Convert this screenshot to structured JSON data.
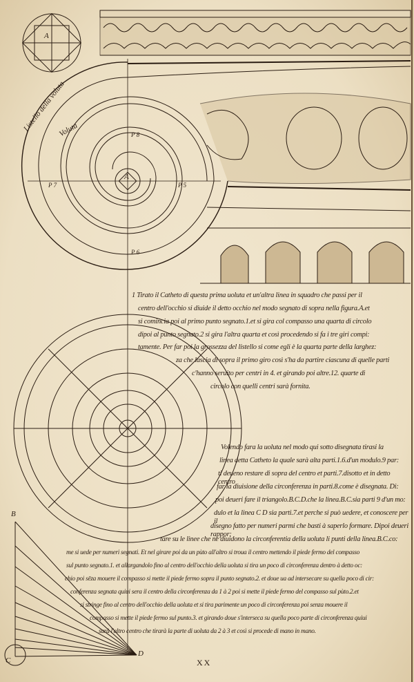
{
  "labels": {
    "listello": "Listello della voluta",
    "voluta": "Voluta",
    "eye": "A",
    "p5": "P 5",
    "p6": "P 6",
    "p7": "P 7",
    "p8": "P 8",
    "b": "B",
    "c": "C",
    "d": "D",
    "fig_a": "A"
  },
  "paragraph_1": [
    "1 Tirato il Catheto di questa prima uoluta et un'altra linea in squadro che passi per il",
    "centro dell'occhio si diuide il detto occhio nel modo segnato di sopra nella figura.A.et",
    "si comincia poi al primo punto segnato.1.et si gira col compasso una quarta di circolo",
    "dipoi al punto segnato.2 si gira l'altra quarta et così procedendo si fa i tre giri compi:",
    "tamente. Per far poi la grossezza del listello si come egli è la quarta parte della larghez:",
    "za che lascia di sopra il primo giro così s'ha da partire ciascuna di quelle parti",
    "c'hanno seruito per centri in 4. et girando poi altre.12. quarte di",
    "circolo con quelli centri sarà fornita."
  ],
  "paragraph_2": [
    "Volendo fara la uoluta nel modo qui sotto disegnata tirasi la",
    "linea detta Catheto la quale sarà alta parti.1.6.d'un modulo.9 par:",
    "ti deueno restare di sopra del centro et parti.7.disotto et in detto centro",
    "far la diuisione della circonferenza in parti.8.come è disegnata. Di:",
    "poi deueri fare il triangolo.B.C.D.che la linea.B.C.sia parti 9 d'un mo:",
    "dulo et la linea C D sia parti.7.et perche si può uedere, et conoscere per il",
    "disegno fatto per numeri parmi che basti à saperlo formare. Dipoi deueri rappor:",
    "tare su le linee che ne diuidono la circonferentia della uoluta li punti della linea.B.C.co:",
    "me si uede per numeri segnati. Et nel girare poi da un pùto all'altro si troua il centro mettendo il piede fermo del compasso",
    "sul punto segnato.1. et allargandolo fino al centro dell'occhio della uoluta si tira un poco di circonferenza dentro à detto oc:",
    "chio poi sēza mouere il compasso si mette il piede fermo sopra il punto segnato.2. et doue ua ad intersecare su quella poco di cir:",
    "conferenza segnata quiui sera il centro della circonferenza da 1 à 2 poi si mette il piede fermo del compasso sul pùto.2.et",
    "si stringe fino al centro dell'occhio della uoluta et si tira parimente un poco di circonferenza poi senza mouere il",
    "compasso si mette il piede fermo sul punto.3. et girando doue s'interseca su quella poco parte di circonferenza quiui",
    "sarà l'altro centro che tirarà la parte di uoluta da 2 à 3 et così si procede di mano in mano."
  ],
  "page_number": "XX",
  "colors": {
    "paper": "#eee2c9",
    "ink": "#2a1c12"
  }
}
